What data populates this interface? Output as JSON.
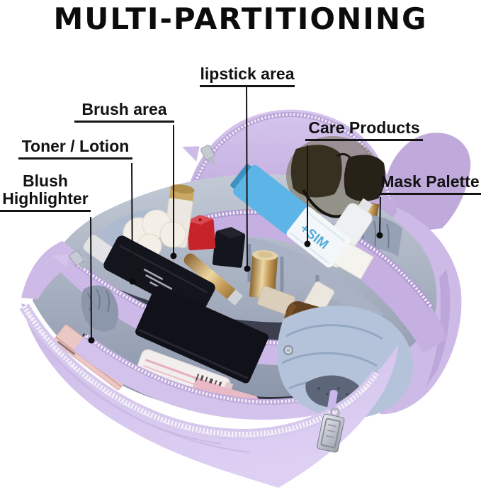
{
  "title": "MULTI-PARTITIONING",
  "annotations": {
    "lipstick_area": {
      "label": "lipstick area"
    },
    "brush_area": {
      "label": "Brush area"
    },
    "toner_lotion": {
      "label": "Toner / Lotion"
    },
    "blush_highlighter": {
      "line1": "Blush",
      "line2": "Highlighter"
    },
    "care_products": {
      "label": "Care Products"
    },
    "mask_palette": {
      "label": "Mask Palette"
    }
  },
  "scene": {
    "description": "Open lavender multi-compartment travel cosmetic bag shown from above, filled with makeup and skincare products; six annotation lines with dots point to its partitions",
    "tube_text": "+SIM",
    "colors": {
      "background": "#ffffff",
      "annotation_ink": "#141414",
      "bag_outer_lavender": "#d7c7ee",
      "bag_divider_lavender": "#c9b4e4",
      "interior_lining_gray": "#a7b0c3",
      "zipper_teeth_white": "#f4f2f7",
      "blue_fabric": "#b4c3d9",
      "red_lipstick_cube": "#c7232b",
      "gold_cosmetics": "#c59c58"
    },
    "items": [
      "blush-highlighter-palette",
      "toner-lotion-bottle",
      "powder-puffs",
      "makeup-brush",
      "red-lipstick-cube",
      "black-perfume-cube",
      "gold-lipstick",
      "blue-mist-tube",
      "amber-serum-bottle",
      "sunglasses",
      "elastic-mask-pocket",
      "zipper-charm"
    ]
  }
}
